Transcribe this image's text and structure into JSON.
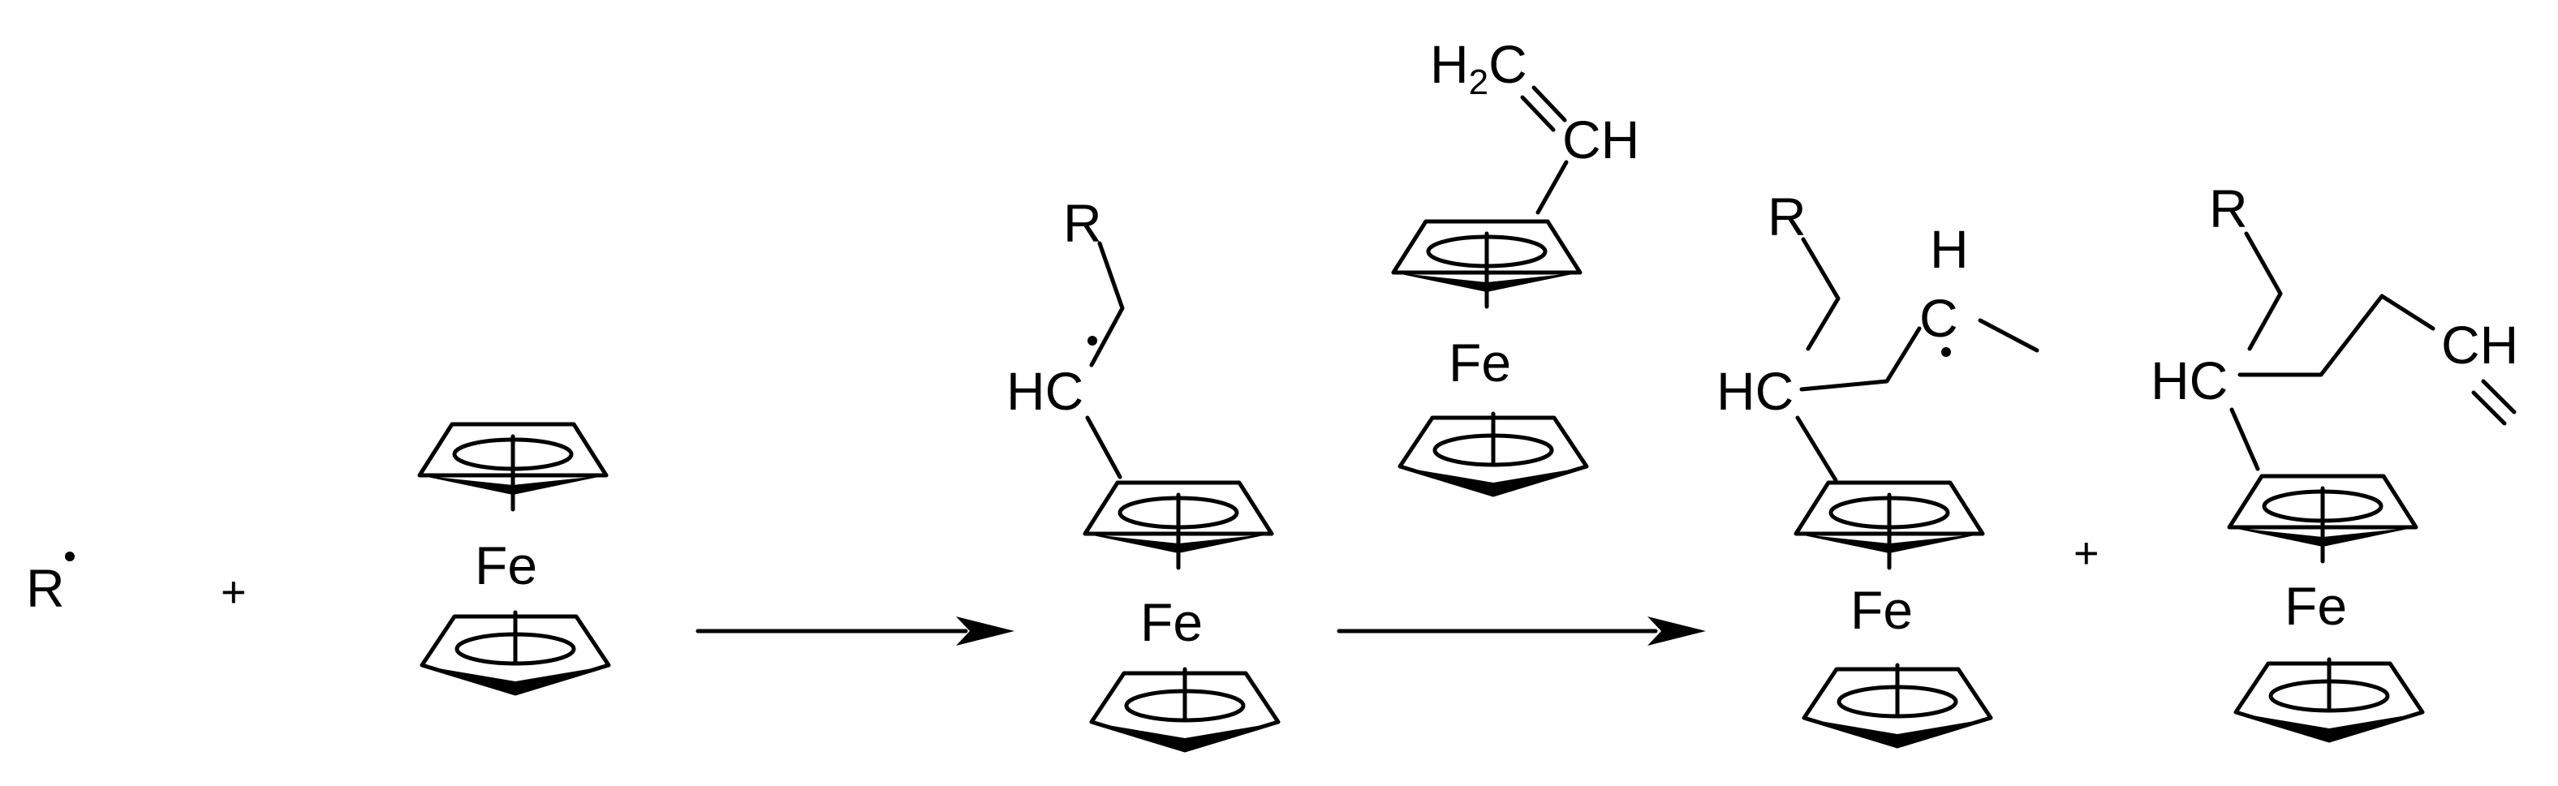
{
  "reactant_radical": {
    "label": "R"
  },
  "operators": {
    "plus1": "+",
    "plus2": "+"
  },
  "ferrocene_reactant": {
    "metal": "Fe"
  },
  "intermediate_1": {
    "metal": "Fe",
    "group_r": "R",
    "radical_carbon": "HC"
  },
  "vinylferrocene": {
    "metal": "Fe",
    "ch2": "H",
    "ch2_sub": "2",
    "ch2_c": "C",
    "ch": "CH"
  },
  "intermediate_2": {
    "metal": "Fe",
    "group_r": "R",
    "hc": "HC",
    "radical_h": "H",
    "radical_c": "C"
  },
  "product": {
    "metal": "Fe",
    "group_r": "R",
    "hc": "HC",
    "ch": "CH"
  }
}
